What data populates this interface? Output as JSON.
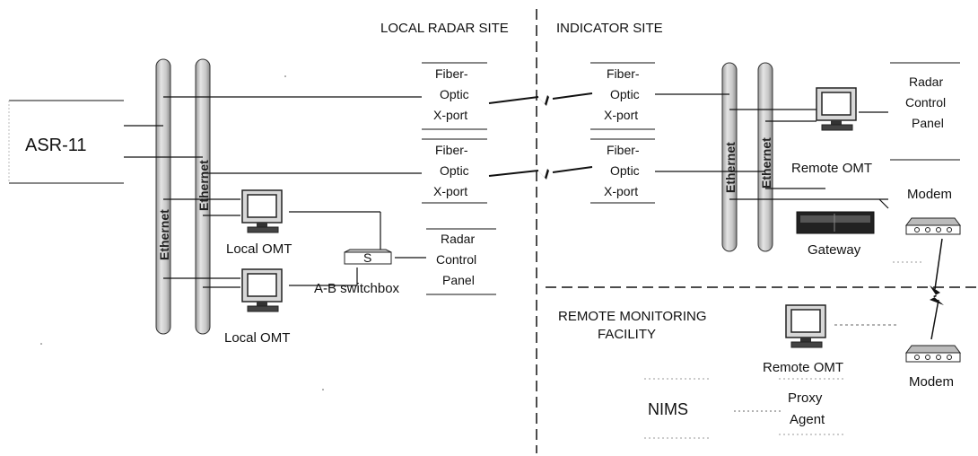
{
  "sections": {
    "local_radar_site": "LOCAL RADAR SITE",
    "indicator_site": "INDICATOR SITE",
    "remote_monitoring": [
      "REMOTE MONITORING",
      "FACILITY"
    ]
  },
  "local": {
    "asr": "ASR-11",
    "ethernet_1": "Ethernet",
    "ethernet_2": "Ethernet",
    "local_omt_1": "Local OMT",
    "local_omt_2": "Local OMT",
    "switchbox": "A-B switchbox",
    "switch_symbol": "S",
    "rcp": [
      "Radar",
      "Control",
      "Panel"
    ],
    "fiber_1": [
      "Fiber-",
      "Optic",
      "X-port"
    ],
    "fiber_2": [
      "Fiber-",
      "Optic",
      "X-port"
    ]
  },
  "indicator": {
    "fiber_1": [
      "Fiber-",
      "Optic",
      "X-port"
    ],
    "fiber_2": [
      "Fiber-",
      "Optic",
      "X-port"
    ],
    "ethernet_1": "Ethernet",
    "ethernet_2": "Ethernet",
    "remote_omt": "Remote OMT",
    "rcp": [
      "Radar",
      "Control",
      "Panel"
    ],
    "gateway": "Gateway",
    "modem": "Modem"
  },
  "remote": {
    "remote_omt": "Remote OMT",
    "modem": "Modem",
    "nims": "NIMS",
    "proxy": [
      "Proxy",
      "Agent"
    ]
  }
}
